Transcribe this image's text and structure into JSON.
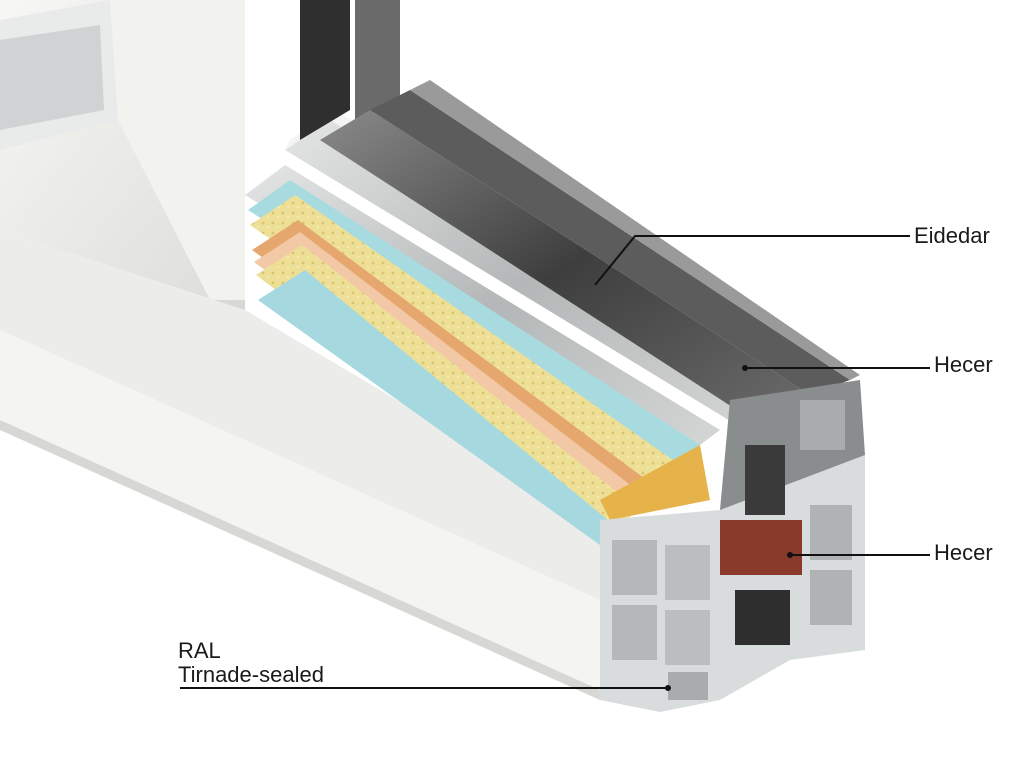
{
  "callouts": {
    "eidedar": "Eidedar",
    "hecer_upper": "Hecer",
    "hecer_lower": "Hecer",
    "ral": "RAL",
    "sealed": "Tirnade-sealed"
  },
  "colors": {
    "frame_white": "#eeeeea",
    "aluminum_grey": "#b9bcbc",
    "dark_profile": "#4a4a4a",
    "insulation_yellow": "#e8d98a",
    "seal_blue": "#a6d9df",
    "accent_orange": "#e4a46a",
    "thermal_break_red": "#8a3a2a"
  }
}
